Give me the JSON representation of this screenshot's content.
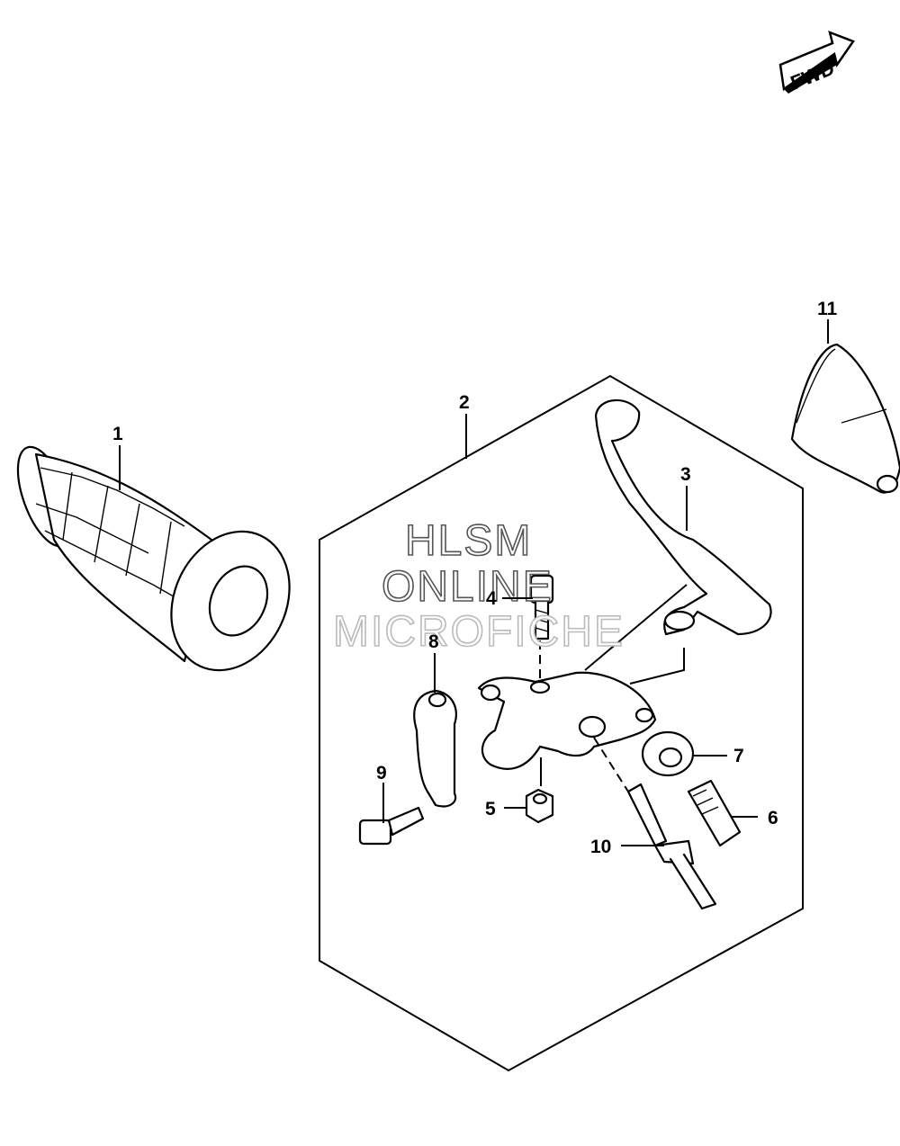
{
  "orientation": {
    "fwd_label": "FWD"
  },
  "watermark": {
    "line1": "HLSM",
    "line2": "ONLINE",
    "line3": "MICROFICHE"
  },
  "callouts": [
    "1",
    "2",
    "3",
    "4",
    "5",
    "6",
    "7",
    "8",
    "9",
    "10",
    "11"
  ]
}
